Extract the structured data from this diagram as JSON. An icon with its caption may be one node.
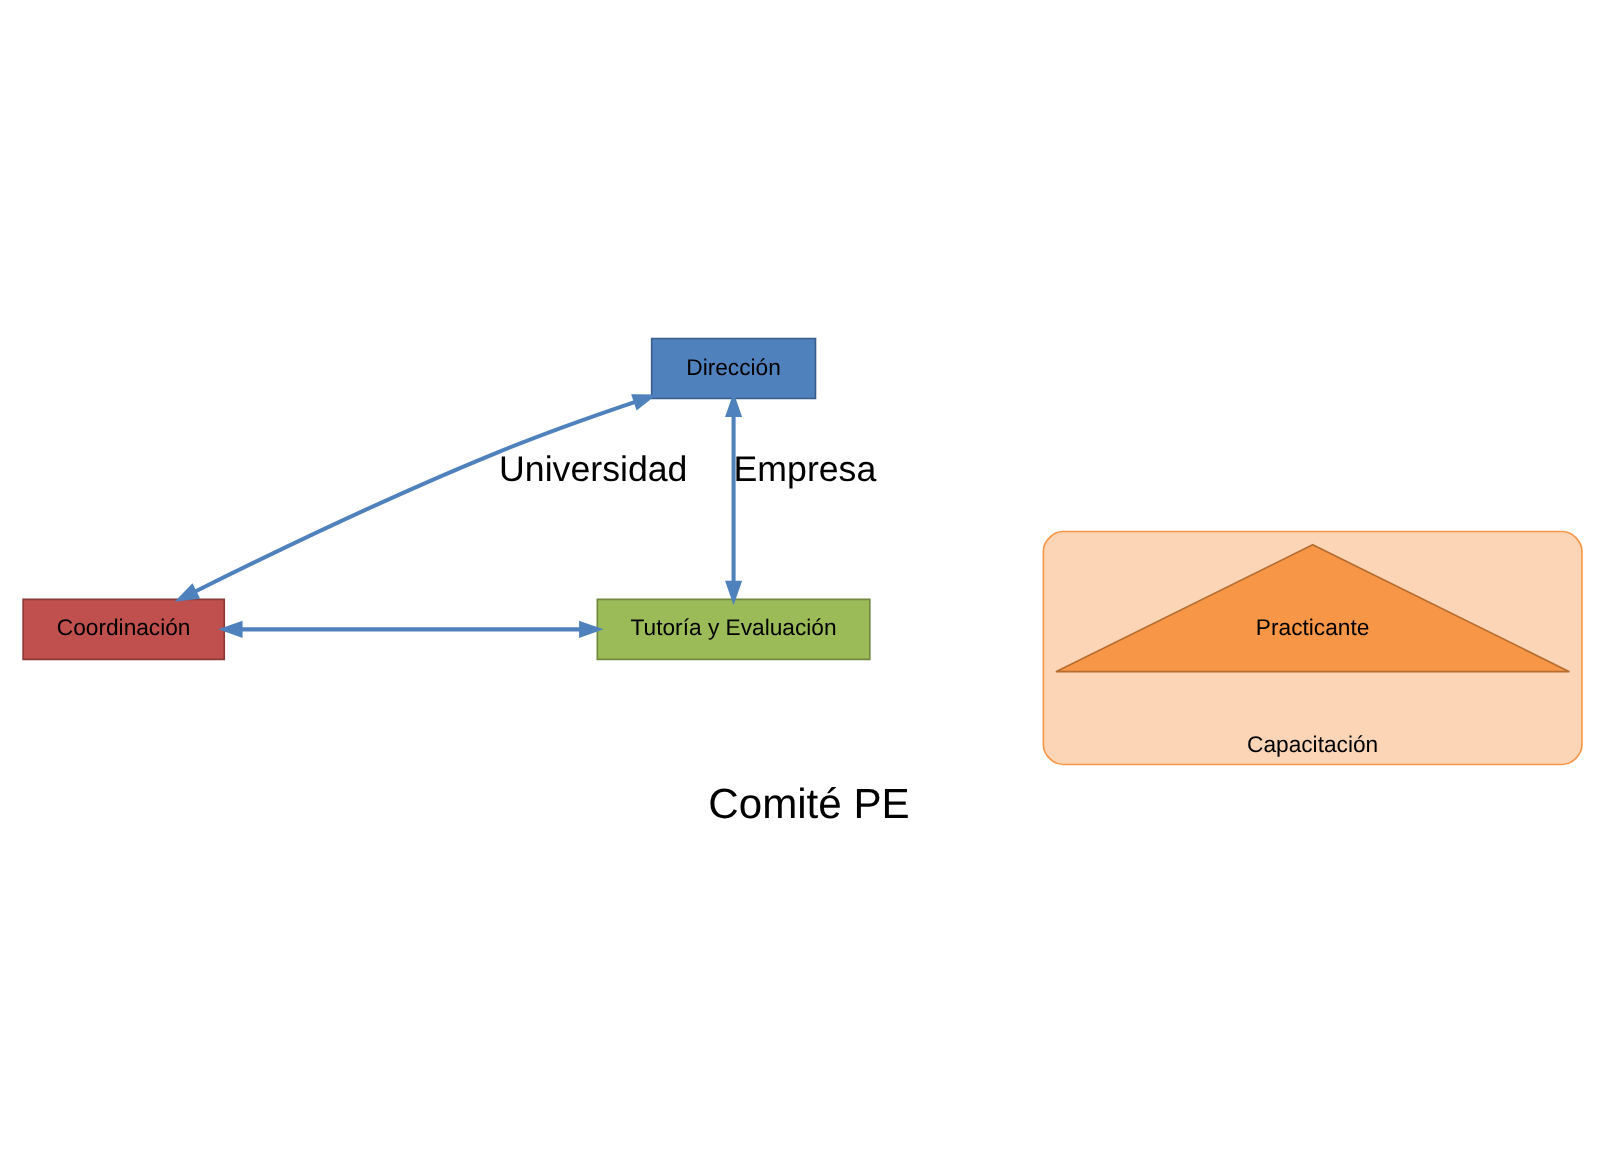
{
  "diagram": {
    "caption": "Comité PE",
    "nodes": [
      {
        "text": [
          "Dirección"
        ]
      },
      {
        "text": [
          "Coordinación"
        ]
      },
      {
        "text": [
          "Tutoría y Evaluación"
        ]
      },
      {
        "text": [
          "Capacitación"
        ]
      },
      {
        "text": [
          "Practicante"
        ],
        "in": 3
      }
    ],
    "edges": [
      {
        "from": 0,
        "to": 1,
        "arrow": "both",
        "label": "Universidad"
      },
      {
        "from": 0,
        "to": 2,
        "arrow": "both",
        "label": "Empresa"
      },
      {
        "from": 1,
        "to": 2,
        "arrow": "both"
      }
    ]
  }
}
